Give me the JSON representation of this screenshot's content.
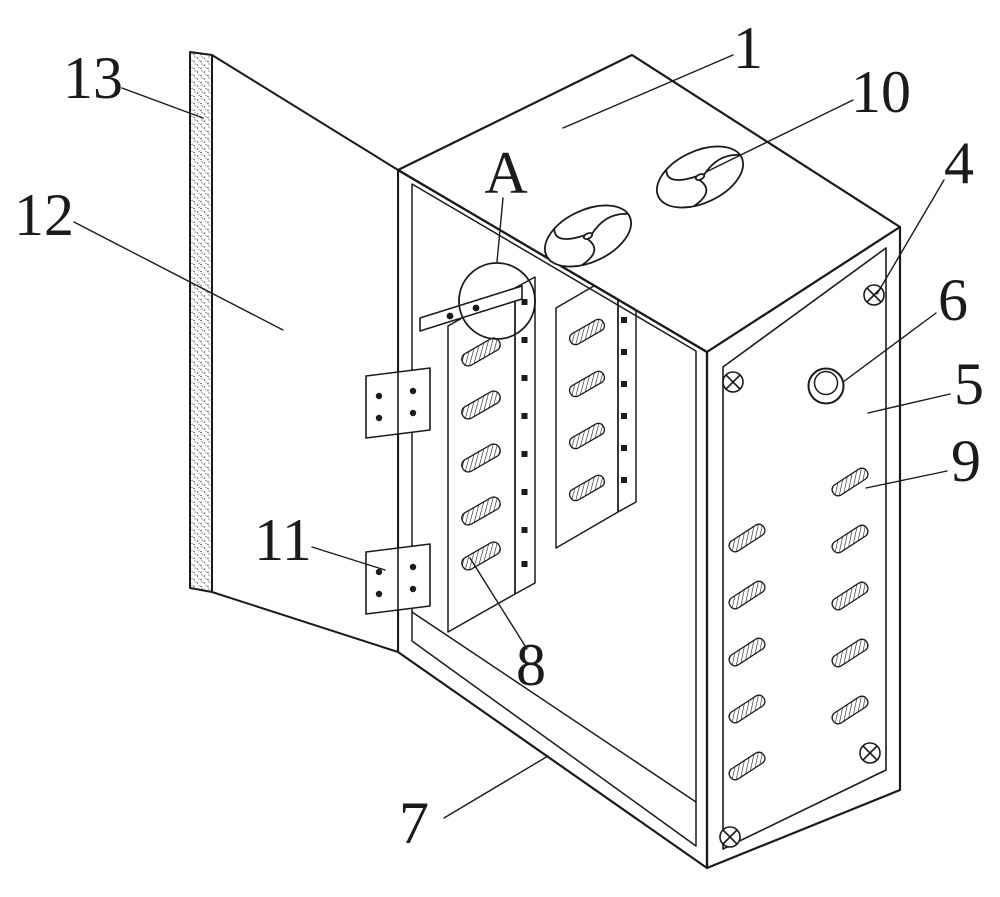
{
  "figure": {
    "background": "#ffffff",
    "ink_color": "#1b1b1b"
  },
  "labels": {
    "n1": "1",
    "n4": "4",
    "n5": "5",
    "n6": "6",
    "n7": "7",
    "n8": "8",
    "n9": "9",
    "n10": "10",
    "n11": "11",
    "n12": "12",
    "n13": "13",
    "detail_a": "A"
  }
}
